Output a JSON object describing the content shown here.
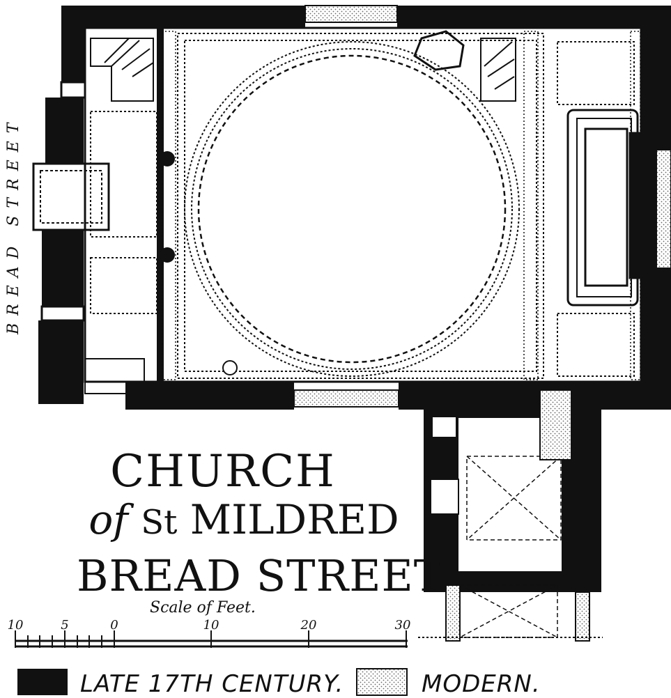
{
  "title": {
    "line1": "CHURCH",
    "line2_of": "of",
    "line2_st": "St",
    "line2_name": "MILDRED",
    "line3": "BREAD STREET"
  },
  "street_label": "BREAD STREET",
  "scale": {
    "label": "Scale of Feet.",
    "ticks": [
      "10",
      "5",
      "0",
      "10",
      "20",
      "30"
    ]
  },
  "legend": {
    "late": "LATE 17TH CENTURY.",
    "modern": "MODERN."
  },
  "colors": {
    "ink": "#111111",
    "paper": "#ffffff",
    "hatch": "#9a9a9a"
  }
}
